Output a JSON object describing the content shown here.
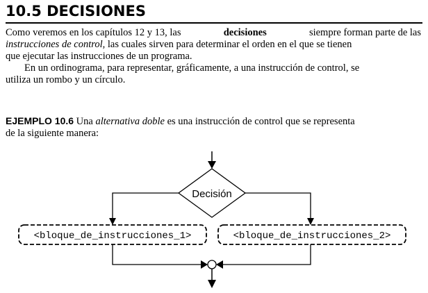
{
  "section": {
    "title": "10.5 DECISIONES"
  },
  "paragraph1": {
    "line1_a": "Como veremos en los capítulos 12 y 13, las ",
    "line1_bold": "decisiones",
    "line1_b": " siempre forman parte de las",
    "line2_italic": "instrucciones de control",
    "line2_rest": ", las cuales sirven para determinar el orden en el que se tienen",
    "line3": "que ejecutar las instrucciones de un programa."
  },
  "paragraph2": {
    "line1": "En un ordinograma, para representar, gráficamente, a una instrucción de control, se",
    "line2": "utiliza un rombo y un círculo."
  },
  "example": {
    "label": "EJEMPLO 10.6",
    "text_a": " Una ",
    "text_italic": "alternativa doble",
    "text_b": " es una instrucción de control que se representa",
    "line2": "de la siguiente manera:"
  },
  "diagram": {
    "decision_label": "Decisión",
    "block1_label": "<bloque_de_instrucciones_1>",
    "block2_label": "<bloque_de_instrucciones_2>"
  }
}
